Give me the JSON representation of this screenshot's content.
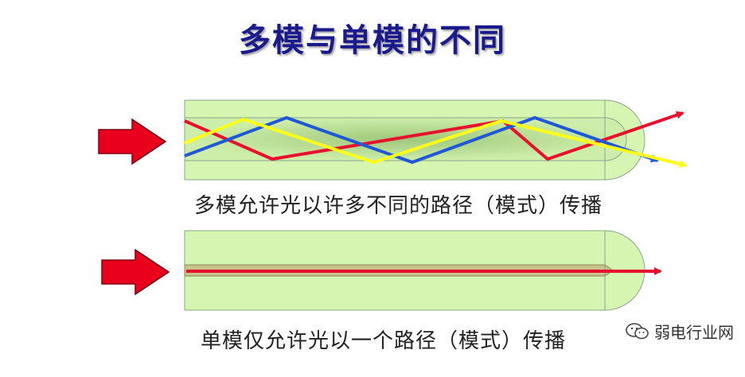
{
  "title": "多模与单模的不同",
  "multimode": {
    "caption": "多模允许光以许多不同的路径（模式）传播"
  },
  "singlemode": {
    "caption": "单模仅允许光以一个路径（模式）传播"
  },
  "watermark": {
    "text": "弱电行业网",
    "icon": "wechat-icon"
  },
  "colors": {
    "cladding": "#d6f5b0",
    "core_band": "#bfe79a",
    "arrow": "#e8001c",
    "ray_red": "#e8112d",
    "ray_blue": "#1f57d6",
    "ray_yellow": "#ffff1a",
    "title": "#1a1a8c"
  }
}
